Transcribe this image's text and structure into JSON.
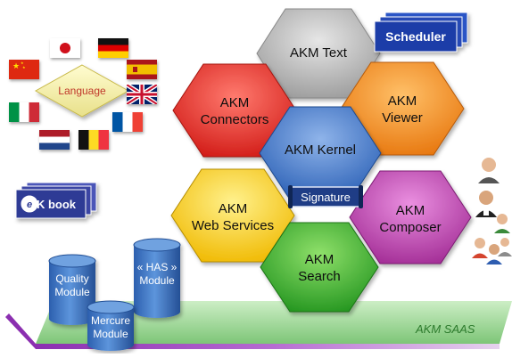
{
  "modules": {
    "text": "AKM Text",
    "connectors": [
      "AKM",
      "Connectors"
    ],
    "viewer": [
      "AKM",
      "Viewer"
    ],
    "kernel": "AKM Kernel",
    "web_services": [
      "AKM",
      "Web Services"
    ],
    "composer": [
      "AKM",
      "Composer"
    ],
    "search": [
      "AKM",
      "Search"
    ]
  },
  "scheduler_label": "Scheduler",
  "signature_label": "Signature",
  "language_label": "Language",
  "kbook_label": "K book",
  "kbook_badge": "e",
  "platform_label": "AKM SAAS",
  "databases": {
    "quality": [
      "Quality",
      "Module"
    ],
    "has": [
      "« HAS »",
      "Module"
    ],
    "mercure": [
      "Mercure",
      "Module"
    ]
  },
  "flags": [
    "japan-flag",
    "germany-flag",
    "china-flag",
    "spain-flag",
    "uk-flag",
    "italy-flag",
    "france-flag",
    "netherlands-flag",
    "belgium-flag"
  ],
  "colors": {
    "text": "#b9b9b9",
    "connectors": "#e8322b",
    "viewer": "#f08a1c",
    "kernel": "#3f78c8",
    "web_services": "#f7cf1e",
    "composer": "#c146b0",
    "search": "#3bb33a",
    "scheduler": "#1b3ea8",
    "platform": "#9ad08f",
    "database": "#3a72c4"
  }
}
